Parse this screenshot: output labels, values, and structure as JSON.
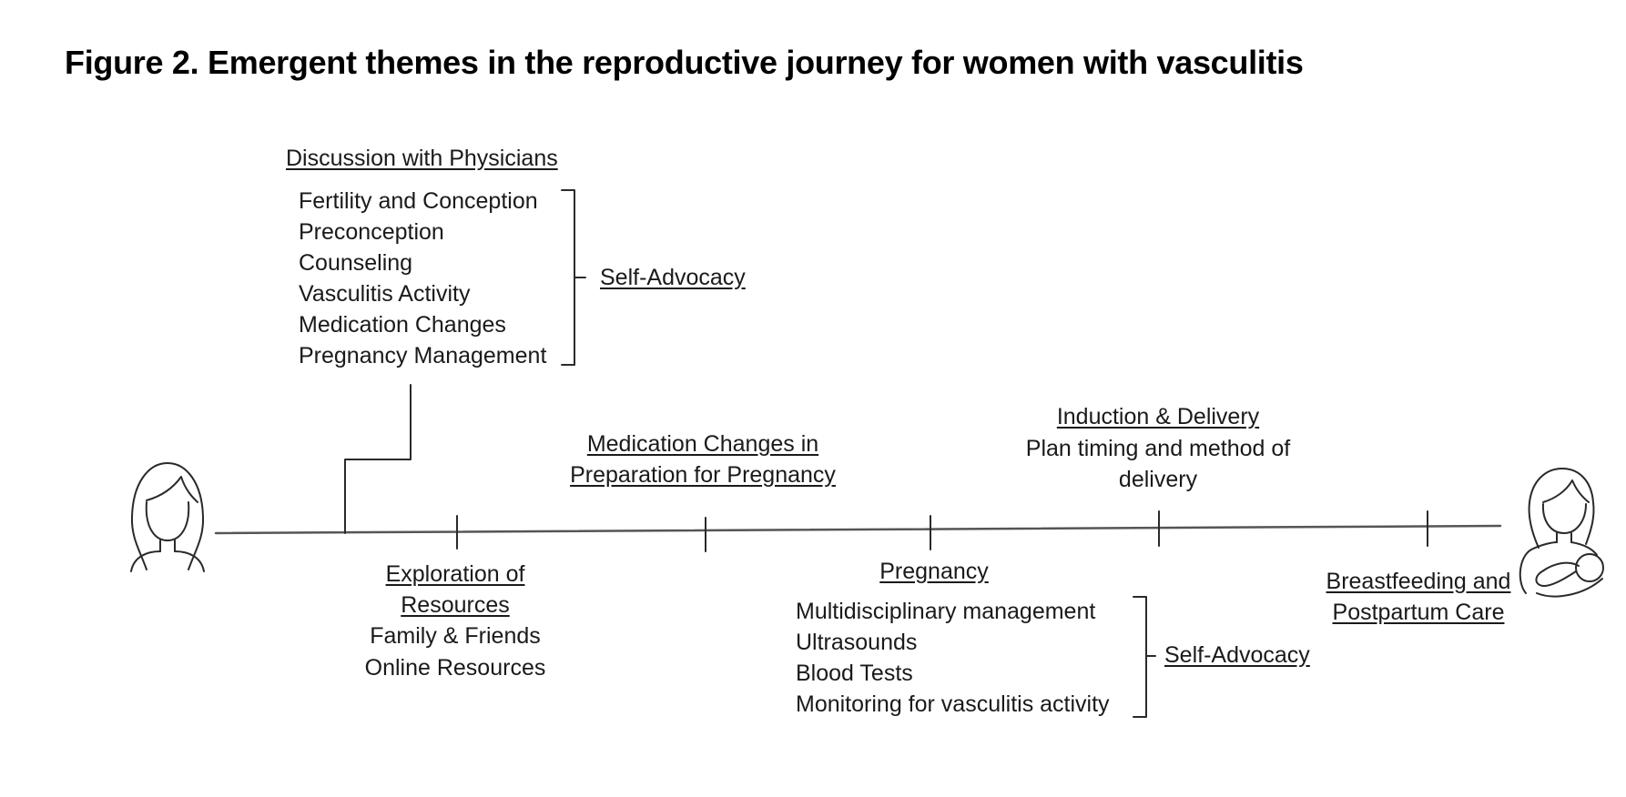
{
  "figure_title": "Figure 2. Emergent themes in the reproductive journey for women with vasculitis",
  "discussion": {
    "heading": "Discussion with Physicians",
    "items": [
      "Fertility and Conception",
      "Preconception",
      "Counseling",
      "Vasculitis Activity",
      "Medication Changes",
      "Pregnancy Management"
    ],
    "bracket_label": "Self-Advocacy"
  },
  "medication_changes": {
    "line1": "Medication Changes in",
    "line2": "Preparation for Pregnancy"
  },
  "induction": {
    "heading": "Induction & Delivery",
    "line1": "Plan timing and method of",
    "line2": "delivery"
  },
  "exploration": {
    "heading1": "Exploration of",
    "heading2": "Resources",
    "items": [
      "Family & Friends",
      "Online Resources"
    ]
  },
  "pregnancy": {
    "heading": "Pregnancy",
    "items": [
      "Multidisciplinary management",
      "Ultrasounds",
      "Blood Tests",
      "Monitoring for vasculitis activity"
    ],
    "bracket_label": "Self-Advocacy"
  },
  "breastfeeding": {
    "line1": "Breastfeeding and",
    "line2": "Postpartum Care"
  },
  "icons": {
    "start": "woman-icon",
    "end": "mother-with-baby-icon"
  }
}
